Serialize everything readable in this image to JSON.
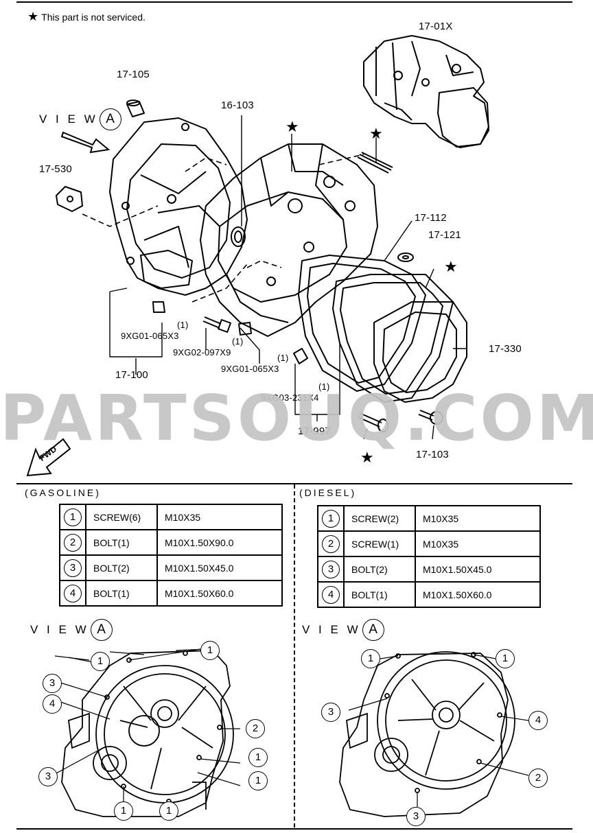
{
  "note": {
    "star_glyph": "★",
    "text": "This part is not serviced."
  },
  "watermark": "PARTSOUQ.COM",
  "view_a": {
    "view_text": "V I E W",
    "letter": "A"
  },
  "fwd_label": "FWD",
  "star": "★",
  "part_labels": {
    "p17_01x": "17-01X",
    "p17_105": "17-105",
    "p16_103": "16-103",
    "p17_530": "17-530",
    "p17_112": "17-112",
    "p17_121": "17-121",
    "p17_330": "17-330",
    "p17_100": "17-100",
    "p17_997": "17-997",
    "p17_103": "17-103",
    "b1": "9XG01-065X3",
    "b1_qty": "(1)",
    "b2": "9XG02-097X9",
    "b2_qty": "(1)",
    "b3": "9XG01-065X3",
    "b3_qty": "(1)",
    "b4": "9XG03-231X4",
    "b4_qty": "(1)"
  },
  "gasoline": {
    "title": "(GASOLINE)",
    "rows": [
      {
        "num": "1",
        "name": "SCREW(6)",
        "size": "M10X35"
      },
      {
        "num": "2",
        "name": "BOLT(1)",
        "size": "M10X1.50X90.0"
      },
      {
        "num": "3",
        "name": "BOLT(2)",
        "size": "M10X1.50X45.0"
      },
      {
        "num": "4",
        "name": "BOLT(1)",
        "size": "M10X1.50X60.0"
      }
    ]
  },
  "diesel": {
    "title": "(DIESEL)",
    "rows": [
      {
        "num": "1",
        "name": "SCREW(2)",
        "size": "M10X35"
      },
      {
        "num": "2",
        "name": "SCREW(1)",
        "size": "M10X35"
      },
      {
        "num": "3",
        "name": "BOLT(2)",
        "size": "M10X1.50X45.0"
      },
      {
        "num": "4",
        "name": "BOLT(1)",
        "size": "M10X1.50X60.0"
      }
    ]
  },
  "gas_view_callouts": [
    "1",
    "1",
    "3",
    "4",
    "2",
    "1",
    "3",
    "1",
    "1",
    "1"
  ],
  "diesel_view_callouts": [
    "1",
    "1",
    "3",
    "4",
    "2",
    "3"
  ]
}
